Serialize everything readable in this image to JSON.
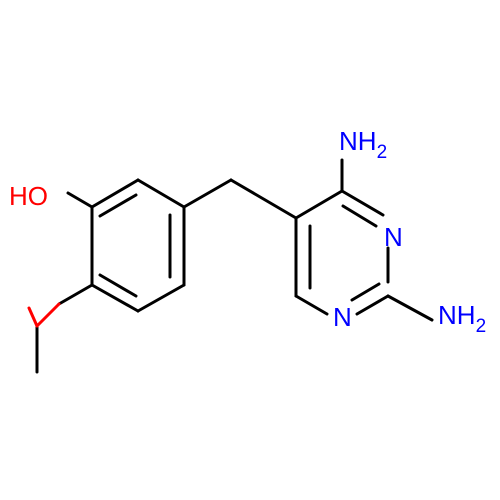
{
  "colors": {
    "background": "#ffffff",
    "bond": "#000000",
    "nitrogen": "#0000ff",
    "oxygen": "#ff0000"
  },
  "atoms": {
    "ho": {
      "main": "HO"
    },
    "nh2_top": {
      "main": "NH",
      "sub": "2"
    },
    "nh2_bottom": {
      "main": "NH",
      "sub": "2"
    },
    "n_ring_right": {
      "main": "N"
    },
    "n_ring_bottom": {
      "main": "N"
    }
  }
}
